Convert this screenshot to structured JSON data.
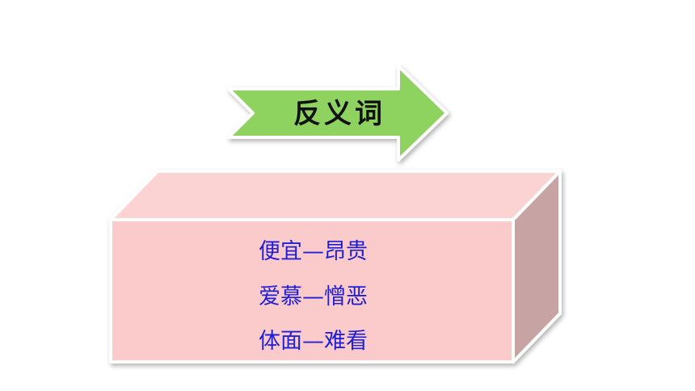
{
  "title": "反义词",
  "colors": {
    "arrow_fill": "#8ed35e",
    "box_front": "#fbcaca",
    "box_top": "#fcd3d3",
    "box_side": "#c8a3a3",
    "text": "#1f1fd6"
  },
  "pairs": [
    {
      "text": "便宜—昂贵"
    },
    {
      "text": "爱慕—憎恶"
    },
    {
      "text": "体面—难看"
    }
  ]
}
